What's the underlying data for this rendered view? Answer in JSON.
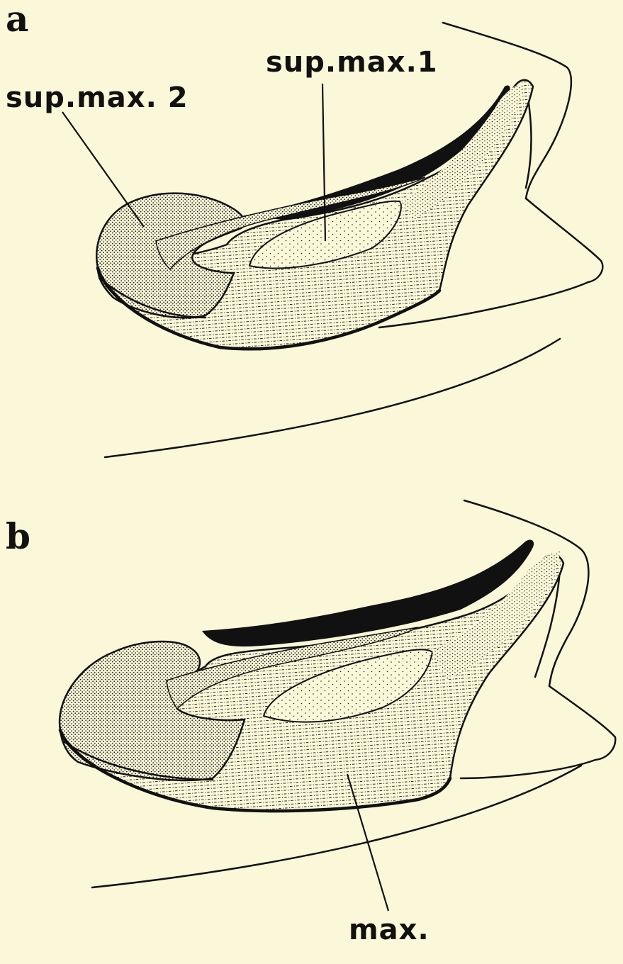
{
  "panels": {
    "a": {
      "letter": "a",
      "labels": {
        "sup_max_2": "sup.max. 2",
        "sup_max_1": "sup.max.1"
      }
    },
    "b": {
      "letter": "b",
      "labels": {
        "max": "max."
      }
    }
  },
  "colors": {
    "background": "#fbf8d9",
    "ink": "#111111"
  }
}
